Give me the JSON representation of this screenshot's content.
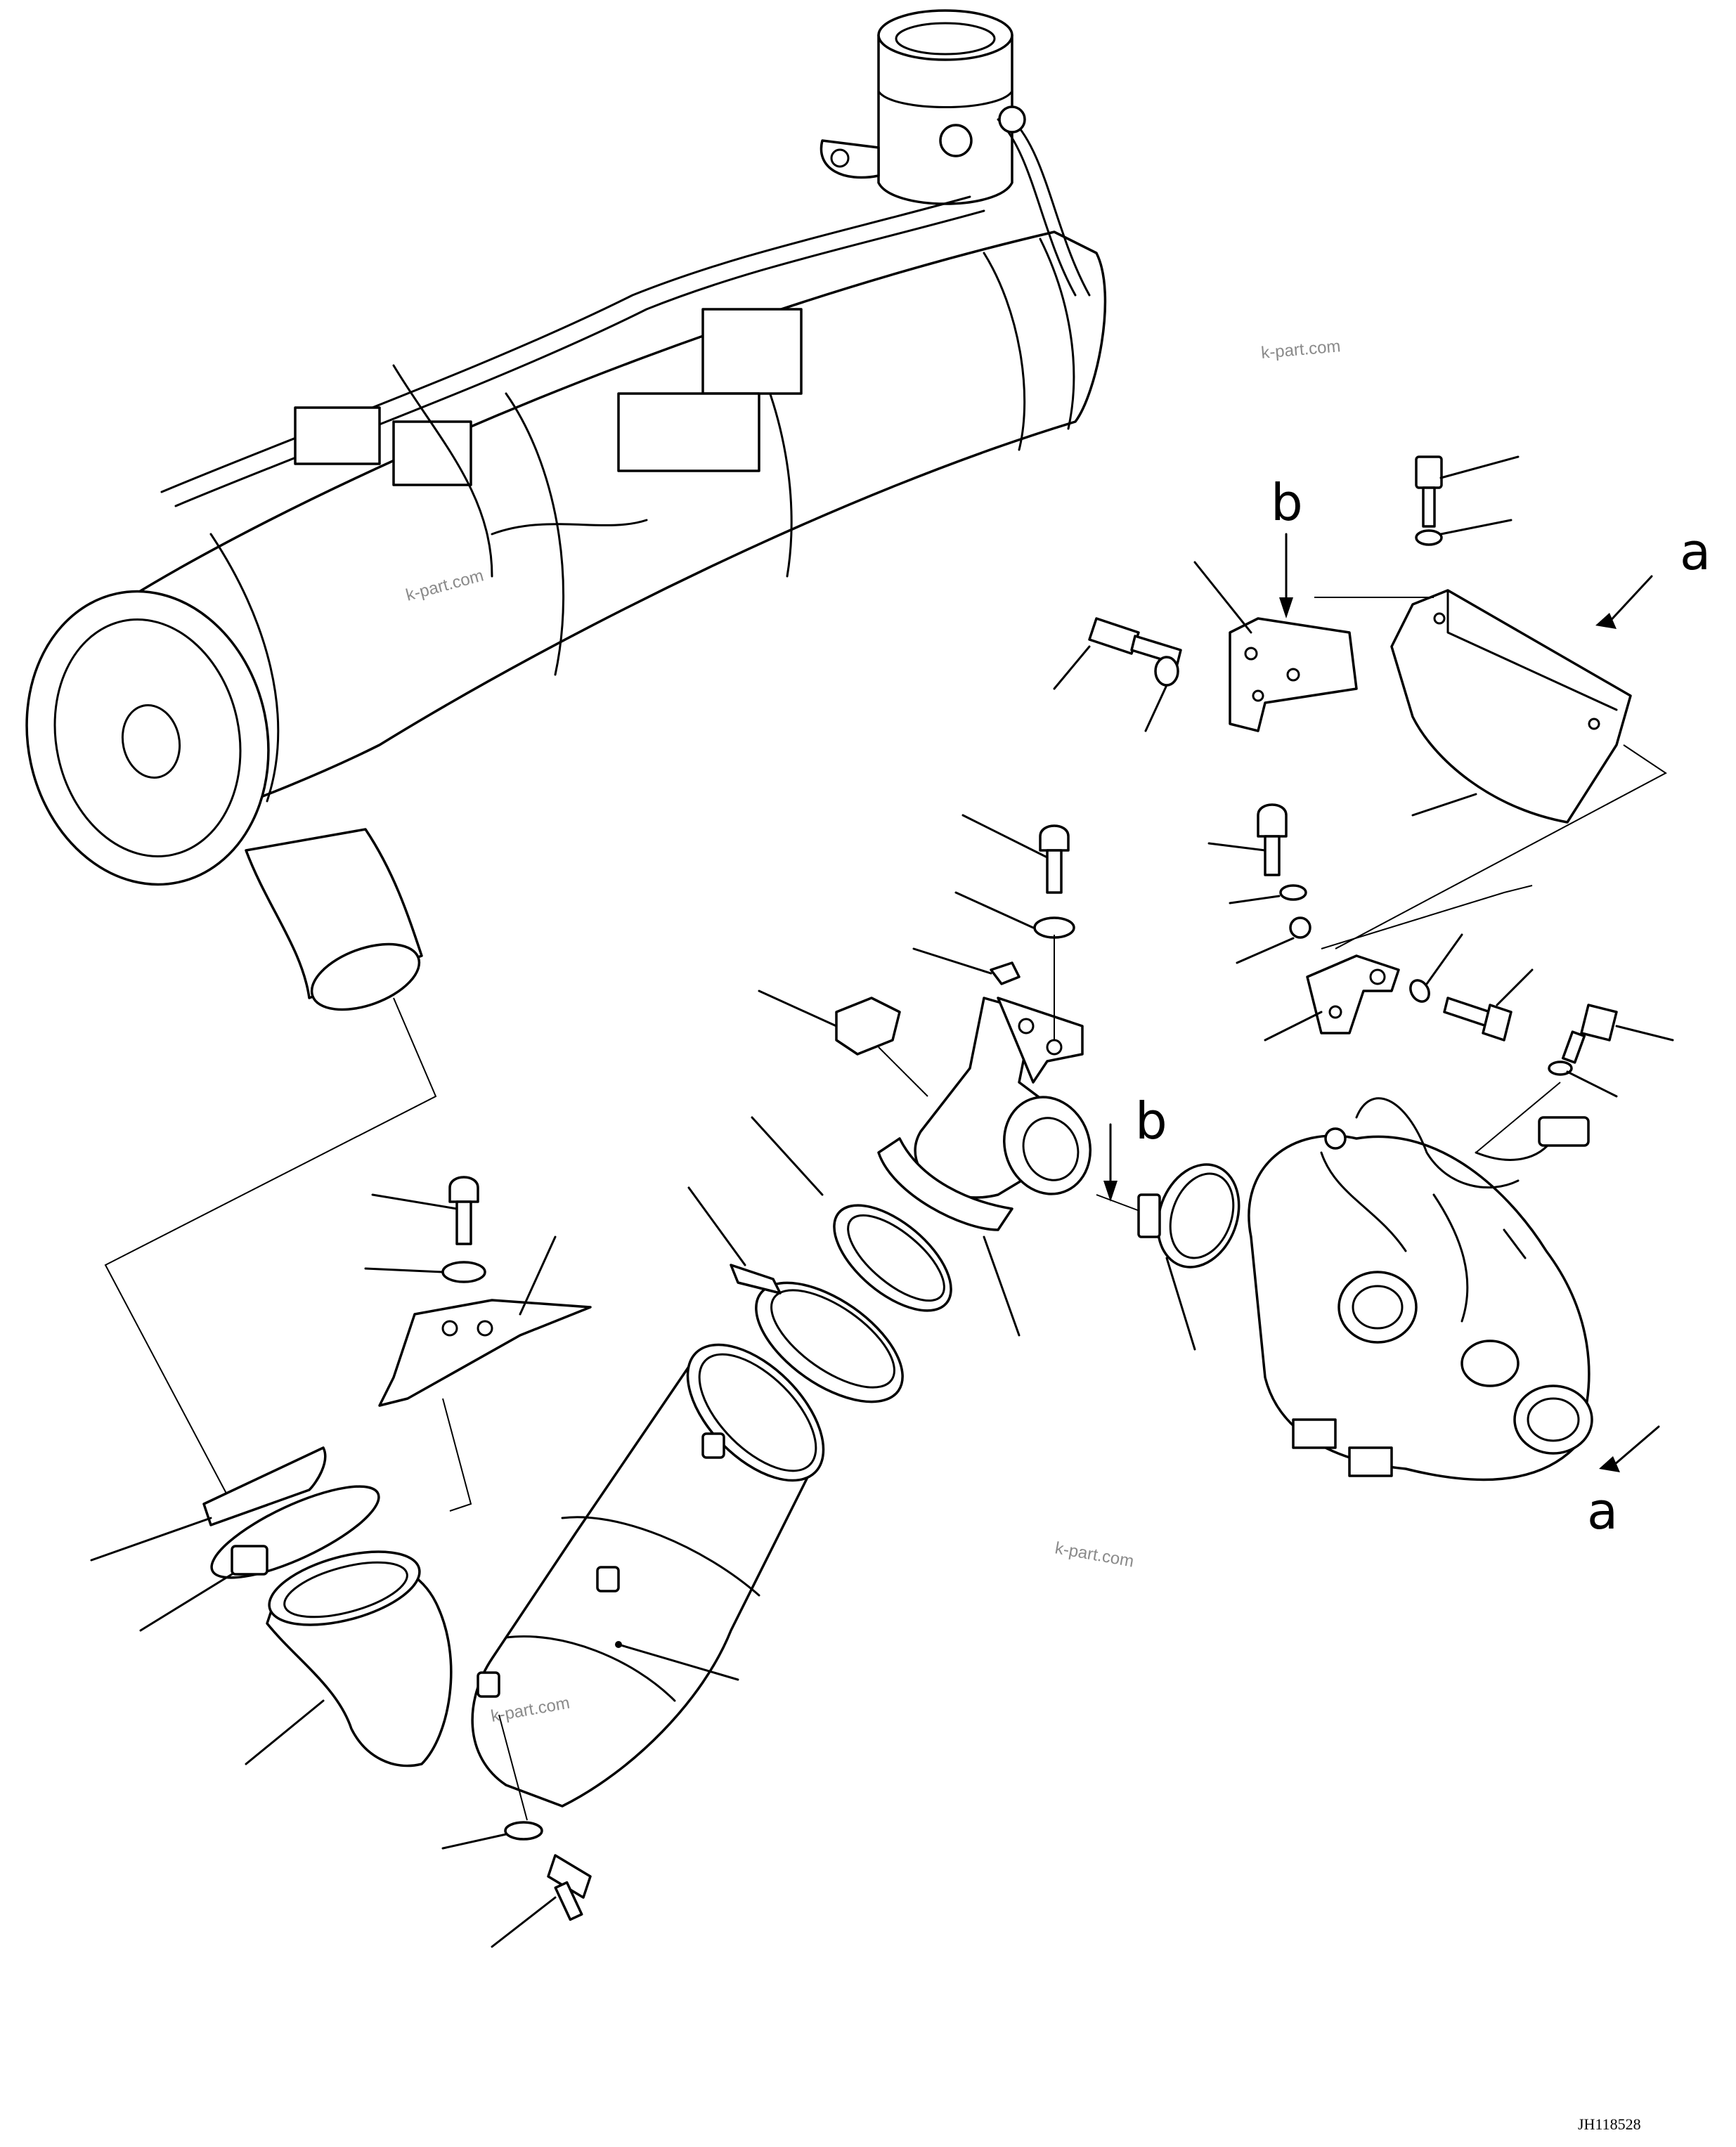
{
  "labels": {
    "a_top": "a",
    "a_bottom": "a",
    "b_top": "b",
    "b_middle": "b"
  },
  "watermarks": [
    "k-part.com",
    "k-part.com",
    "k-part.com",
    "k-part.com"
  ],
  "drawing_code": "JH118528",
  "colors": {
    "line": "#000000",
    "watermark": "#8a8a8a",
    "background": "#ffffff"
  }
}
